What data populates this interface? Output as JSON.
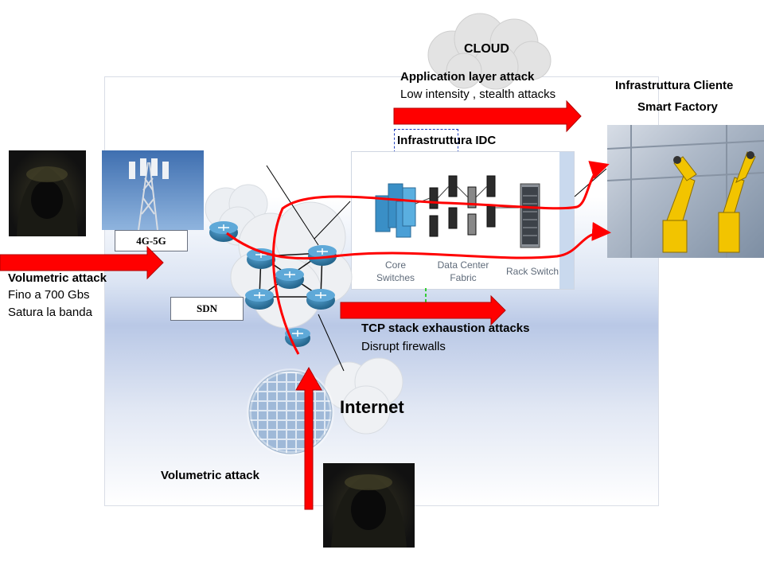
{
  "labels": {
    "cloud": "CLOUD",
    "app_attack_title": "Application layer attack",
    "app_attack_desc": "Low intensity , stealth attacks",
    "client_line1": "Infrastruttura Cliente",
    "client_line2": "Smart Factory",
    "idc_title": "Infrastruttura IDC",
    "gen": "4G-5G",
    "sdn": "SDN",
    "vol_left_title": "Volumetric attack",
    "vol_left_line1": "Fino a 700 Gbs",
    "vol_left_line2": "Satura la banda",
    "tcp_title": "TCP stack exhaustion attacks",
    "tcp_desc": "Disrupt firewalls",
    "internet": "Internet",
    "vol_bottom": "Volumetric attack"
  },
  "idc": {
    "core": "Core\nSwitches",
    "fabric": "Data Center\nFabric",
    "rack": "Rack Switch"
  },
  "colors": {
    "arrow": "#ff0000",
    "router": "#2e7aa6",
    "panel_blue": "#b9c8e6",
    "server": "#3a8fc6",
    "robot": "#f2c400"
  }
}
